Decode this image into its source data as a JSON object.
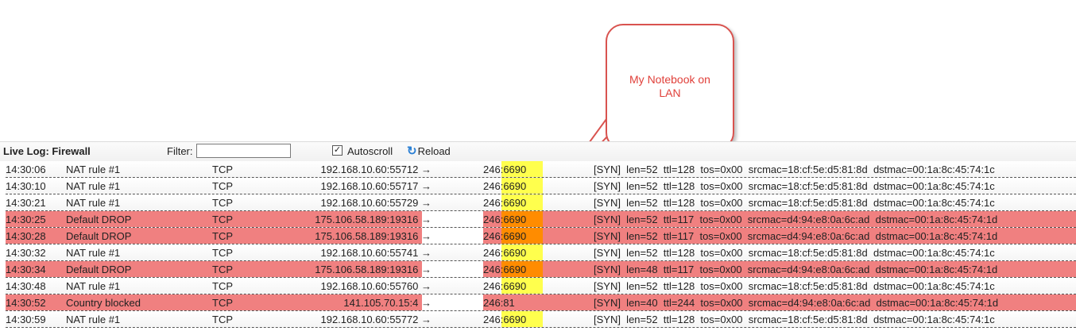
{
  "toolbar": {
    "title": "Live Log: Firewall",
    "filter_label": "Filter:",
    "filter_value": "",
    "autoscroll_label": "Autoscroll",
    "autoscroll_checked": true,
    "reload_label": "Reload"
  },
  "callout": {
    "line1": "My Notebook on",
    "line2": "LAN",
    "border_color": "#d9534f",
    "text_color": "#e0403a"
  },
  "colors": {
    "drop_row": "#f08080",
    "port_highlight": "#ffff4d",
    "port_highlight_drop": "#ff8c00"
  },
  "log": [
    {
      "time": "14:30:06",
      "rule": "NAT rule #1",
      "proto": "TCP",
      "src": "192.168.10.60:55712 →",
      "dst_prefix": "246:",
      "dst_port": "6690",
      "flags": "[SYN]  len=52  ttl=128  tos=0x00  srcmac=18:cf:5e:d5:81:8d  dstmac=00:1a:8c:45:74:1c",
      "type": "allow"
    },
    {
      "time": "14:30:10",
      "rule": "NAT rule #1",
      "proto": "TCP",
      "src": "192.168.10.60:55717 →",
      "dst_prefix": "246:",
      "dst_port": "6690",
      "flags": "[SYN]  len=52  ttl=128  tos=0x00  srcmac=18:cf:5e:d5:81:8d  dstmac=00:1a:8c:45:74:1c",
      "type": "allow"
    },
    {
      "time": "14:30:21",
      "rule": "NAT rule #1",
      "proto": "TCP",
      "src": "192.168.10.60:55729 →",
      "dst_prefix": "246:",
      "dst_port": "6690",
      "flags": "[SYN]  len=52  ttl=128  tos=0x00  srcmac=18:cf:5e:d5:81:8d  dstmac=00:1a:8c:45:74:1c",
      "type": "allow"
    },
    {
      "time": "14:30:25",
      "rule": "Default DROP",
      "proto": "TCP",
      "src": "175.106.58.189:19316 →",
      "dst_prefix": "246:",
      "dst_port": "6690",
      "flags": "[SYN]  len=52  ttl=117  tos=0x00  srcmac=d4:94:e8:0a:6c:ad  dstmac=00:1a:8c:45:74:1d",
      "type": "drop"
    },
    {
      "time": "14:30:28",
      "rule": "Default DROP",
      "proto": "TCP",
      "src": "175.106.58.189:19316 →",
      "dst_prefix": "246:",
      "dst_port": "6690",
      "flags": "[SYN]  len=52  ttl=117  tos=0x00  srcmac=d4:94:e8:0a:6c:ad  dstmac=00:1a:8c:45:74:1d",
      "type": "drop"
    },
    {
      "time": "14:30:32",
      "rule": "NAT rule #1",
      "proto": "TCP",
      "src": "192.168.10.60:55741 →",
      "dst_prefix": "246:",
      "dst_port": "6690",
      "flags": "[SYN]  len=52  ttl=128  tos=0x00  srcmac=18:cf:5e:d5:81:8d  dstmac=00:1a:8c:45:74:1c",
      "type": "allow"
    },
    {
      "time": "14:30:34",
      "rule": "Default DROP",
      "proto": "TCP",
      "src": "175.106.58.189:19316 →",
      "dst_prefix": "246:",
      "dst_port": "6690",
      "flags": "[SYN]  len=48  ttl=117  tos=0x00  srcmac=d4:94:e8:0a:6c:ad  dstmac=00:1a:8c:45:74:1d",
      "type": "drop"
    },
    {
      "time": "14:30:48",
      "rule": "NAT rule #1",
      "proto": "TCP",
      "src": "192.168.10.60:55760 →",
      "dst_prefix": "246:",
      "dst_port": "6690",
      "flags": "[SYN]  len=52  ttl=128  tos=0x00  srcmac=18:cf:5e:d5:81:8d  dstmac=00:1a:8c:45:74:1c",
      "type": "allow"
    },
    {
      "time": "14:30:52",
      "rule": "Country blocked",
      "proto": "TCP",
      "src": "141.105.70.15:4 →",
      "dst_prefix": "246:81",
      "dst_port": "",
      "flags": "[SYN]  len=40  ttl=244  tos=0x00  srcmac=d4:94:e8:0a:6c:ad  dstmac=00:1a:8c:45:74:1d",
      "type": "drop"
    },
    {
      "time": "14:30:59",
      "rule": "NAT rule #1",
      "proto": "TCP",
      "src": "192.168.10.60:55772 →",
      "dst_prefix": "246:",
      "dst_port": "6690",
      "flags": "[SYN]  len=52  ttl=128  tos=0x00  srcmac=18:cf:5e:d5:81:8d  dstmac=00:1a:8c:45:74:1c",
      "type": "allow"
    }
  ]
}
